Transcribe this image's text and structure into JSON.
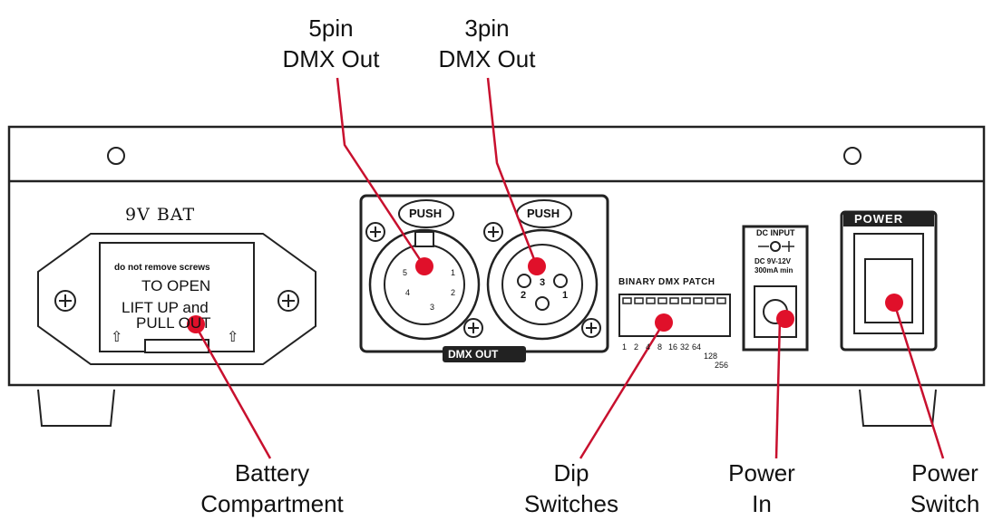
{
  "callouts": {
    "pin5": {
      "line1": "5pin",
      "line2": "DMX Out"
    },
    "pin3": {
      "line1": "3pin",
      "line2": "DMX Out"
    },
    "battery": {
      "line1": "Battery",
      "line2": "Compartment"
    },
    "dip": {
      "line1": "Dip",
      "line2": "Switches"
    },
    "power_in": {
      "line1": "Power",
      "line2": "In"
    },
    "power_switch": {
      "line1": "Power",
      "line2": "Switch"
    }
  },
  "panel": {
    "battery_title": "9V  BAT",
    "battery_note": "do not remove screws",
    "battery_open": "TO OPEN",
    "battery_lift": "LIFT UP and",
    "battery_pull": "PULL OUT",
    "push_left": "PUSH",
    "push_right": "PUSH",
    "xlr5_pins": [
      "1",
      "2",
      "3",
      "4",
      "5"
    ],
    "xlr3_pins": [
      "1",
      "2",
      "3"
    ],
    "dmx_out_label": "DMX OUT",
    "dip_title": "BINARY  DMX  PATCH",
    "dip_values": [
      "1",
      "2",
      "4",
      "8",
      "16",
      "32",
      "64",
      "128",
      "256"
    ],
    "dc_title": "DC INPUT",
    "dc_spec1": "DC 9V-12V",
    "dc_spec2": "300mA min",
    "power_label": "POWER"
  },
  "colors": {
    "callout_line": "#c8102e",
    "marker": "#e0102a",
    "outline": "#222222"
  }
}
